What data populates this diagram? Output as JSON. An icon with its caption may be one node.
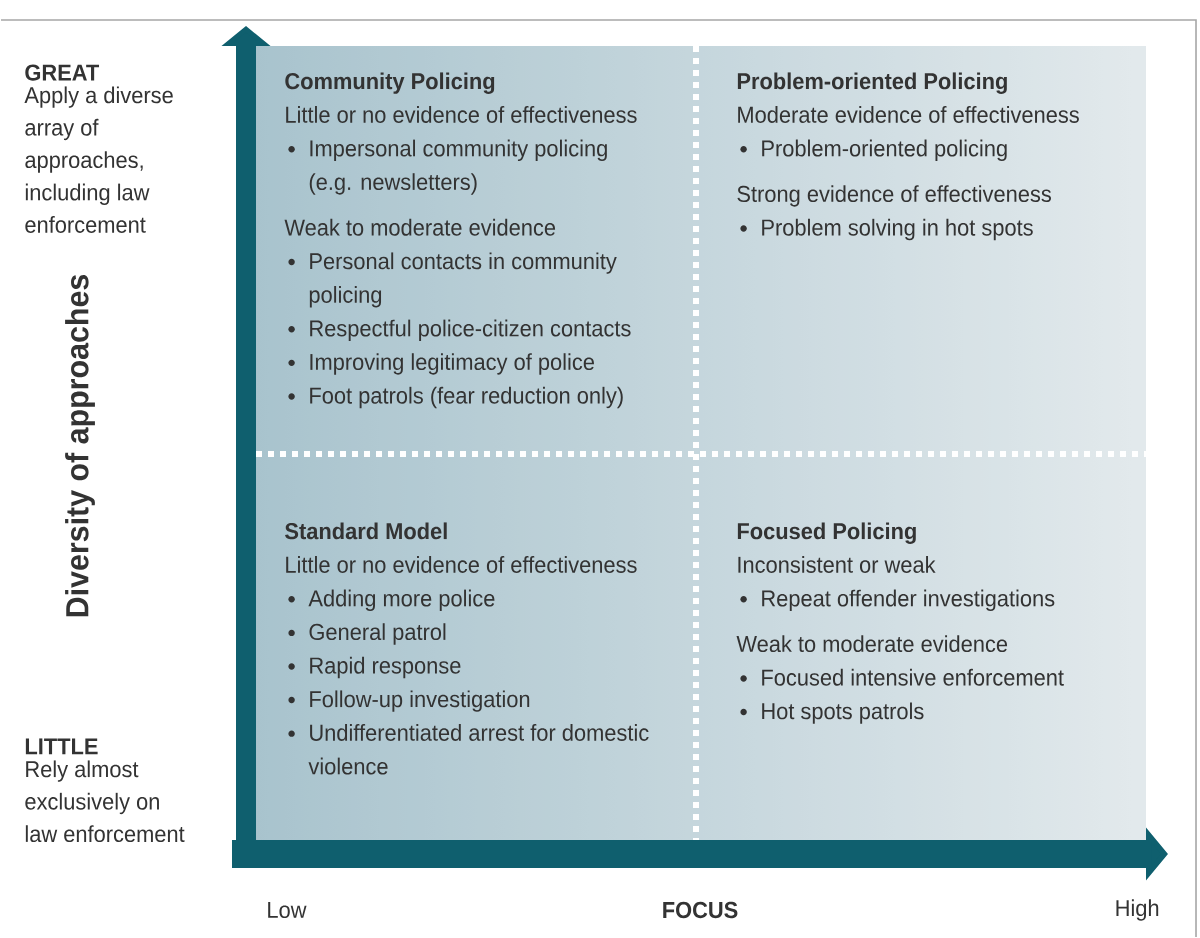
{
  "diagram": {
    "nodes": [
      {
        "text": [
          "Community Policing",
          "Little or no evidence of effectiveness",
          "Impersonal community policing (e.g. newsletters)",
          "Weak to moderate evidence",
          "Personal contacts in community policing",
          "Respectful police-citizen contacts",
          "Improving legitimacy of police",
          "Foot patrols (fear reduction only)"
        ]
      },
      {
        "text": [
          "Problem-oriented Policing",
          "Moderate evidence of effectiveness",
          "Problem-oriented policing",
          "Strong evidence of effectiveness",
          "Problem solving in hot spots"
        ]
      },
      {
        "text": [
          "Standard Model",
          "Little or no evidence of effectiveness",
          "Adding more police",
          "General patrol",
          "Rapid response",
          "Follow-up investigation",
          "Undifferentiated arrest for domestic violence"
        ]
      },
      {
        "text": [
          "Focused Policing",
          "Inconsistent or weak",
          "Repeat offender investigations",
          "Weak to moderate evidence",
          "Focused intensive enforcement",
          "Hot spots patrols"
        ]
      }
    ],
    "labels": [
      "GREAT",
      "Apply a diverse array of approaches, including law enforcement",
      "Diversity of approaches",
      "LITTLE",
      "Rely almost exclusively on law enforcement",
      "Low",
      "FOCUS",
      "High"
    ]
  }
}
